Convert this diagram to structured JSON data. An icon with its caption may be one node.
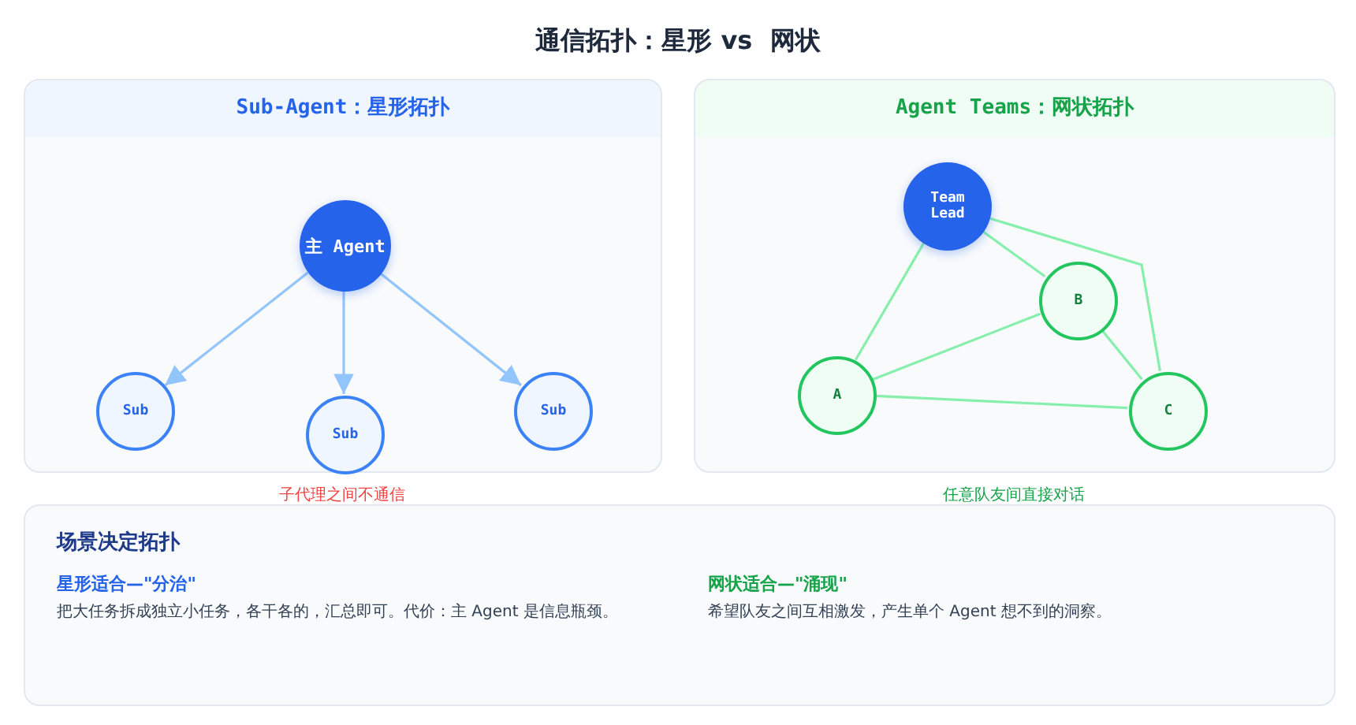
{
  "diagram": {
    "title": "通信拓扑：星形 vs  网状",
    "nodes": [
      {
        "text": [
          "Sub-Agent：星形拓扑"
        ]
      },
      {
        "text": [
          "主 Agent"
        ],
        "in": 0
      },
      {
        "text": [
          "Sub"
        ],
        "in": 0
      },
      {
        "text": [
          "Sub"
        ],
        "in": 0
      },
      {
        "text": [
          "Sub"
        ],
        "in": 0
      },
      {
        "text": [
          "Agent Teams：网状拓扑"
        ]
      },
      {
        "text": [
          "Team Lead"
        ],
        "in": 5
      },
      {
        "text": [
          "B"
        ],
        "in": 5
      },
      {
        "text": [
          "A"
        ],
        "in": 5
      },
      {
        "text": [
          "C"
        ],
        "in": 5
      },
      {
        "text": [
          "场景决定拓扑",
          "星形适合—\"分治\"",
          "把大任务拆成独立小任务，各干各的，汇总即可。代价：主 Agent 是信息瓶颈。",
          "网状适合—\"涌现\"",
          "希望队友之间互相激发，产生单个 Agent 想不到的洞察。"
        ]
      }
    ],
    "edges": [
      {
        "from": 1,
        "to": 2,
        "arrow": "to",
        "color": "#93c5fd"
      },
      {
        "from": 1,
        "to": 3,
        "arrow": "to",
        "color": "#93c5fd"
      },
      {
        "from": 1,
        "to": 4,
        "arrow": "to",
        "color": "#93c5fd"
      },
      {
        "from": 6,
        "to": 8,
        "arrow": "none",
        "color": "#86efac"
      },
      {
        "from": 6,
        "to": 7,
        "arrow": "none",
        "color": "#86efac"
      },
      {
        "from": 6,
        "to": 9,
        "arrow": "none",
        "color": "#86efac"
      },
      {
        "from": 7,
        "to": 9,
        "arrow": "none",
        "color": "#86efac"
      },
      {
        "from": 8,
        "to": 7,
        "arrow": "none",
        "color": "#86efac"
      },
      {
        "from": 8,
        "to": 9,
        "arrow": "none",
        "color": "#86efac"
      }
    ],
    "labels": [
      "子代理之间不通信",
      "任意队友间直接对话"
    ]
  }
}
